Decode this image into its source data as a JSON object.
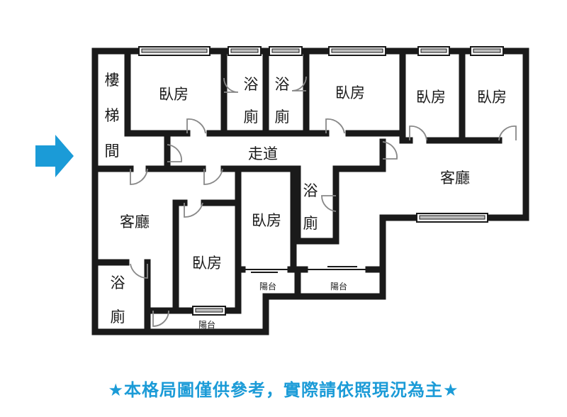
{
  "rooms": {
    "stair": [
      "樓",
      "梯",
      "間"
    ],
    "bedroom_1": "臥房",
    "bath_1": [
      "浴",
      "廁"
    ],
    "bath_2": [
      "浴",
      "廁"
    ],
    "bedroom_2": "臥房",
    "bedroom_3": "臥房",
    "bedroom_4": "臥房",
    "corridor": "走道",
    "living_right": "客廳",
    "bath_3": [
      "浴",
      "廁"
    ],
    "bedroom_5": "臥房",
    "living_left": "客廳",
    "bedroom_6": "臥房",
    "bath_4": [
      "浴",
      "廁"
    ],
    "balcony_1": "陽台",
    "balcony_2": "陽台",
    "balcony_3": "陽台"
  },
  "footer": "★本格局圖僅供參考，實際請依照現況為主★",
  "colors": {
    "accent": "#1b9bd7",
    "wall": "#1a1a1a"
  },
  "icons": {
    "entry_arrow": "right-arrow-icon"
  }
}
